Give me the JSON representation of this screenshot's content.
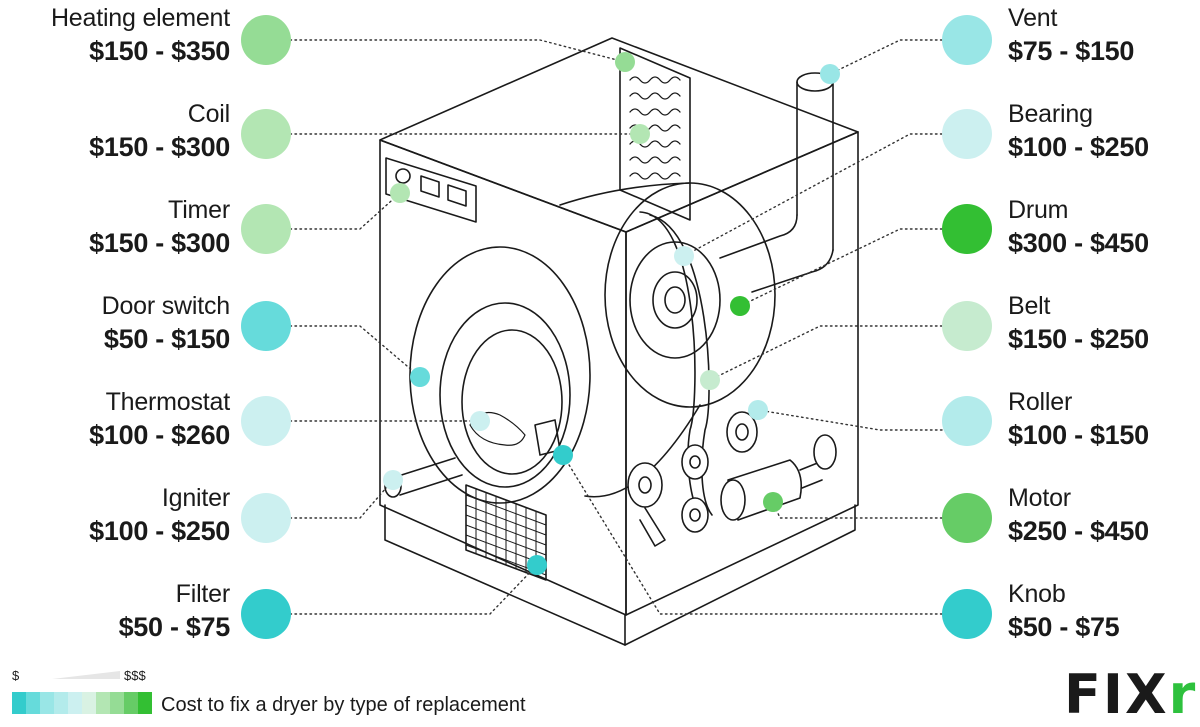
{
  "parts_left": [
    {
      "name": "Heating element",
      "cost": "$150 - $350",
      "color": "#95dc95"
    },
    {
      "name": "Coil",
      "cost": "$150 - $300",
      "color": "#b3e6b3"
    },
    {
      "name": "Timer",
      "cost": "$150 - $300",
      "color": "#b3e6b3"
    },
    {
      "name": "Door switch",
      "cost": "$50 - $150",
      "color": "#66dbdb"
    },
    {
      "name": "Thermostat",
      "cost": "$100 - $260",
      "color": "#ccf0f0"
    },
    {
      "name": "Igniter",
      "cost": "$100 - $250",
      "color": "#ccf0f0"
    },
    {
      "name": "Filter",
      "cost": "$50 - $75",
      "color": "#33cccc"
    }
  ],
  "parts_right": [
    {
      "name": "Vent",
      "cost": "$75 - $150",
      "color": "#99e6e6"
    },
    {
      "name": "Bearing",
      "cost": "$100 - $250",
      "color": "#ccf0f0"
    },
    {
      "name": "Drum",
      "cost": "$300 - $450",
      "color": "#33bf33"
    },
    {
      "name": "Belt",
      "cost": "$150 - $250",
      "color": "#c6ebcf"
    },
    {
      "name": "Roller",
      "cost": "$100 - $150",
      "color": "#b3ebeb"
    },
    {
      "name": "Motor",
      "cost": "$250 - $450",
      "color": "#66cc66"
    },
    {
      "name": "Knob",
      "cost": "$50 - $75",
      "color": "#33cccc"
    }
  ],
  "legend": {
    "low": "$",
    "high": "$$$",
    "caption": "Cost to fix a dryer by type of replacement",
    "scale_colors": [
      "#33cccc",
      "#66dbdb",
      "#99e6e6",
      "#b3ebeb",
      "#ccf0f0",
      "#d9f2e3",
      "#b3e6b3",
      "#95dc95",
      "#66cc66",
      "#33bf33"
    ]
  },
  "logo": {
    "main": "FIX",
    "accent": "r"
  }
}
